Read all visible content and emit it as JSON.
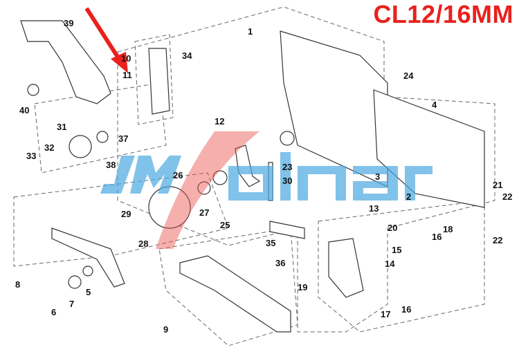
{
  "title": "CL12/16MM",
  "watermark": {
    "text": "JMSolnar",
    "color_blue": "#4aa8e0",
    "color_red": "#e8504a"
  },
  "arrow": {
    "color": "#e8211d",
    "points_to": "11"
  },
  "part_labels": [
    "1",
    "2",
    "3",
    "4",
    "5",
    "6",
    "7",
    "8",
    "9",
    "10",
    "11",
    "12",
    "13",
    "14",
    "15",
    "16",
    "16",
    "17",
    "18",
    "19",
    "20",
    "21",
    "22",
    "22",
    "23",
    "24",
    "25",
    "26",
    "27",
    "28",
    "29",
    "30",
    "31",
    "32",
    "33",
    "34",
    "35",
    "36",
    "37",
    "38",
    "39",
    "40"
  ]
}
